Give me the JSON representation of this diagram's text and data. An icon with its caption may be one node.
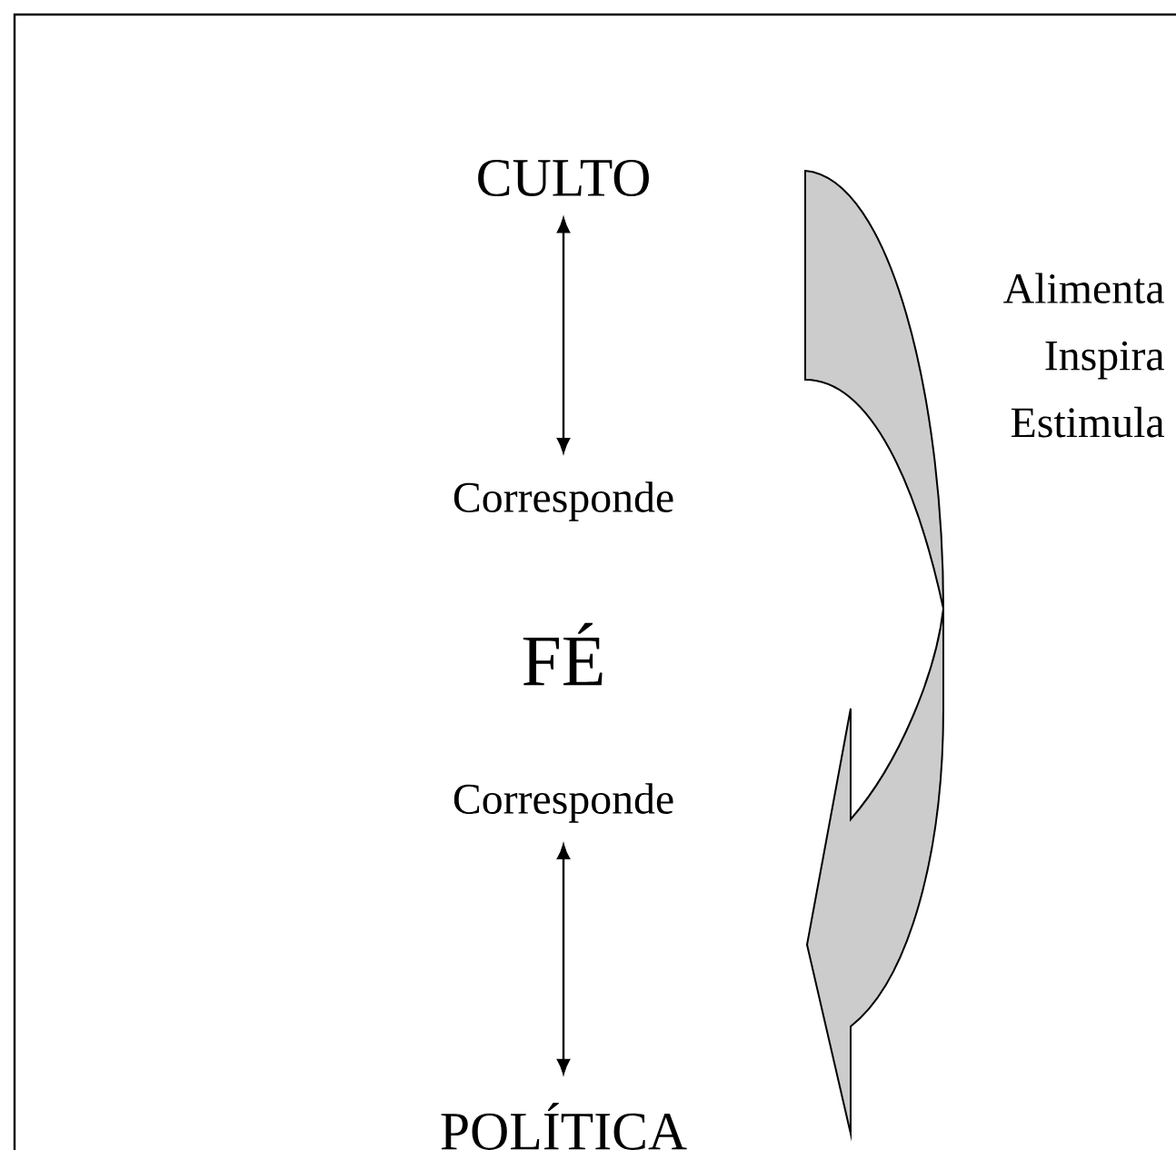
{
  "diagram": {
    "nodes": [
      {
        "text": [
          "CULTO"
        ]
      },
      {
        "text": [
          "Corresponde"
        ]
      },
      {
        "text": [
          "FÉ"
        ]
      },
      {
        "text": [
          "Corresponde"
        ]
      },
      {
        "text": [
          "POLÍTICA"
        ]
      }
    ],
    "edges": [
      {
        "from": 0,
        "to": 1,
        "arrow": "both"
      },
      {
        "from": 3,
        "to": 4,
        "arrow": "both"
      }
    ],
    "labels": [
      "Alimenta Inspira Estimula"
    ]
  }
}
